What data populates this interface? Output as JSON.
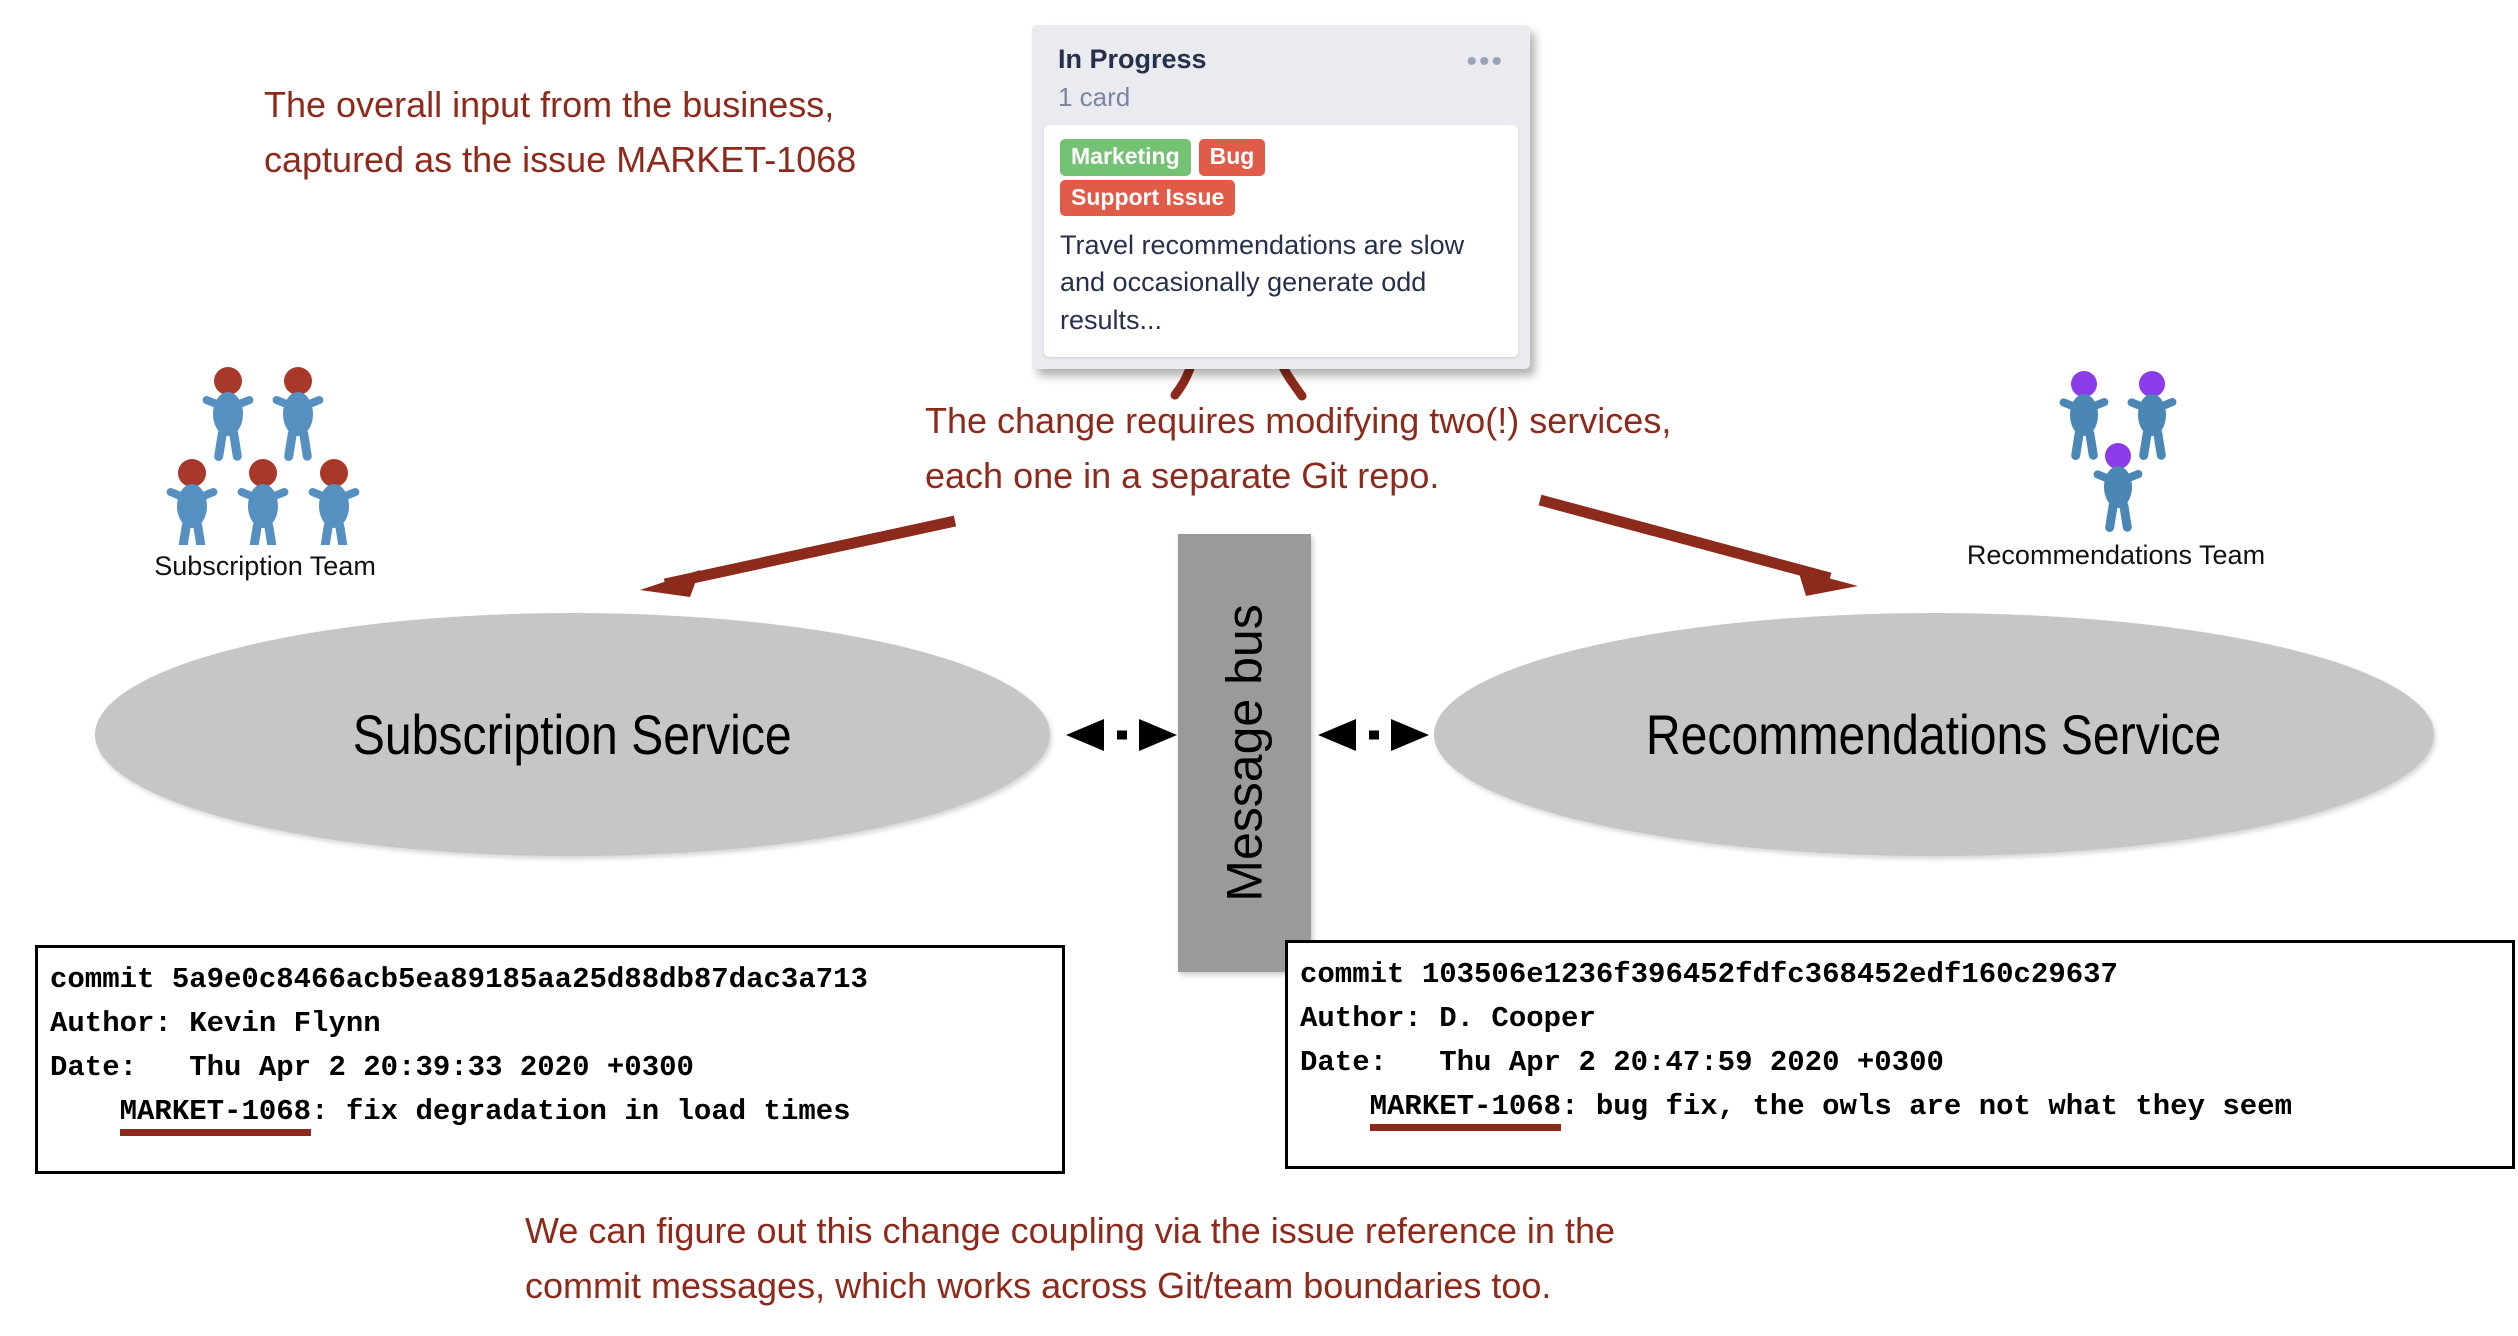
{
  "annotations": {
    "top": "The overall input from the business,\ncaptured as the issue MARKET-1068",
    "middle": "The change requires modifying two(!) services,\neach one in a separate Git repo.",
    "bottom": "We can figure out this change coupling via the issue reference in the\ncommit messages, which works across Git/team boundaries too."
  },
  "kanban": {
    "column_title": "In Progress",
    "card_count": "1 card",
    "menu_icon": "•••",
    "card": {
      "badges": [
        {
          "label": "Marketing",
          "color": "#74c274"
        },
        {
          "label": "Bug",
          "color": "#e05c48"
        },
        {
          "label": "Support Issue",
          "color": "#e05c48"
        }
      ],
      "text": "Travel recommendations are slow and occasionally generate odd results..."
    }
  },
  "services": {
    "left": {
      "label": "Subscription Service"
    },
    "right": {
      "label": "Recommendations Service"
    },
    "bus": {
      "label": "Message bus"
    }
  },
  "teams": {
    "left": {
      "label": "Subscription Team",
      "head_color": "#a8382a",
      "body_color": "#5590c0",
      "member_count": 5
    },
    "right": {
      "label": "Recommendations Team",
      "head_color": "#8b3ce8",
      "body_color": "#4a87b5",
      "member_count": 3
    }
  },
  "commits": {
    "left": {
      "commit_line": "commit 5a9e0c8466acb5ea89185aa25d88db87dac3a713",
      "author_line": "Author: Kevin Flynn",
      "date_line": "Date:   Thu Apr 2 20:39:33 2020 +0300",
      "issue_ref": "MARKET-1068",
      "message_rest": ": fix degradation in load times",
      "message_indent": "    "
    },
    "right": {
      "commit_line": "commit 103506e1236f396452fdfc368452edf160c29637",
      "author_line": "Author: D. Cooper",
      "date_line": "Date:   Thu Apr 2 20:47:59 2020 +0300",
      "issue_ref": "MARKET-1068",
      "message_rest": ": bug fix, the owls are not what they seem",
      "message_indent": "    "
    }
  },
  "colors": {
    "annotation_red": "#8c2a1c",
    "arrow_red": "#8c2a1c",
    "service_gray": "#c6c6c6",
    "bus_gray": "#9a9a9a",
    "card_bg": "#e9ebf0",
    "card_text": "#27304b"
  }
}
